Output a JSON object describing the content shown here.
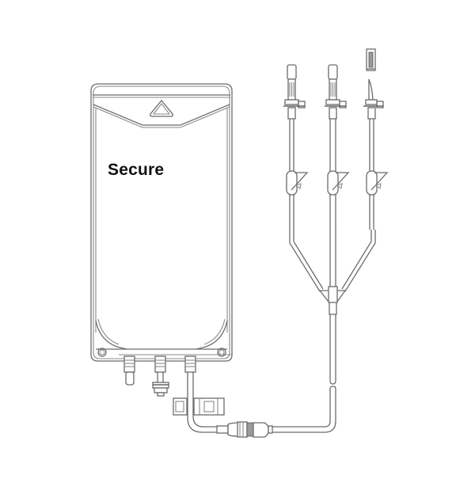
{
  "diagram": {
    "subject": "blood bag with quadruple spike set",
    "bag": {
      "label": "Secure",
      "hanger": "triangle-hanger-hole",
      "ports": [
        "port-left",
        "port-center",
        "port-right"
      ]
    },
    "branches": [
      {
        "name": "branch-left",
        "tip": "spike-with-cap"
      },
      {
        "name": "branch-middle",
        "tip": "spike-with-cap"
      },
      {
        "name": "branch-right",
        "tip": "needle-with-removed-cap"
      }
    ],
    "components": [
      "roller-clamps",
      "y-junction",
      "inline-connector",
      "tubing"
    ],
    "colors": {
      "line": "#6b6b6b",
      "label": "#111111",
      "background": "#ffffff"
    }
  }
}
